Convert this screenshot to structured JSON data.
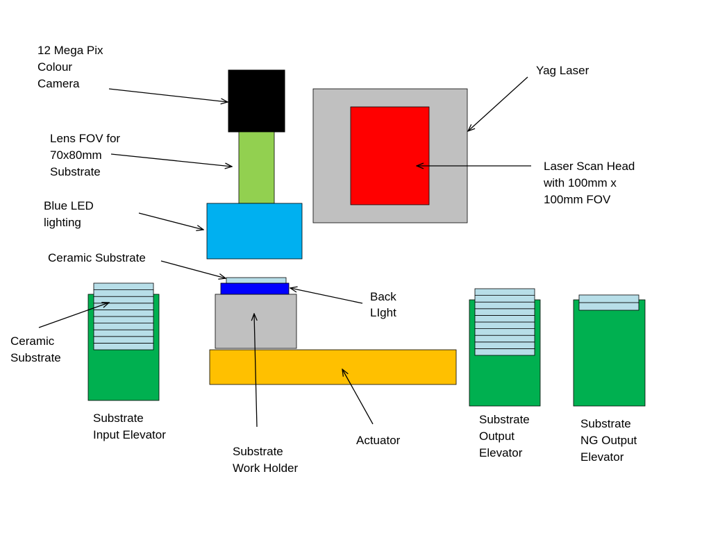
{
  "labels": {
    "camera": [
      "12 Mega Pix",
      "Colour",
      "Camera"
    ],
    "lens": [
      "Lens FOV for",
      "70x80mm",
      "Substrate"
    ],
    "led": [
      "Blue LED",
      "lighting"
    ],
    "ceramic_top": [
      "Ceramic Substrate"
    ],
    "ceramic_left": [
      "Ceramic",
      "Substrate"
    ],
    "yag": [
      "Yag Laser"
    ],
    "scan_head": [
      "Laser Scan Head",
      "with 100mm x",
      "100mm  FOV"
    ],
    "backlight": [
      "Back",
      "LIght"
    ],
    "input_elevator": [
      "Substrate",
      "Input Elevator"
    ],
    "work_holder": [
      "Substrate",
      "Work Holder"
    ],
    "actuator": [
      "Actuator"
    ],
    "output_elevator": [
      "Substrate",
      "Output",
      "Elevator"
    ],
    "ng_elevator": [
      "Substrate",
      "NG Output",
      "Elevator"
    ]
  },
  "colors": {
    "camera": "#000000",
    "lens": "#92d050",
    "led": "#00b0f0",
    "laser_housing": "#c0c0c0",
    "scan_head": "#ff0000",
    "work_holder": "#c0c0c0",
    "backlight": "#0000ff",
    "substrate": "#b7dee8",
    "elevator": "#00b050",
    "actuator": "#ffc000"
  },
  "stacks": {
    "input_elevator_plates": 10,
    "output_elevator_plates": 10,
    "ng_elevator_plates": 2
  }
}
